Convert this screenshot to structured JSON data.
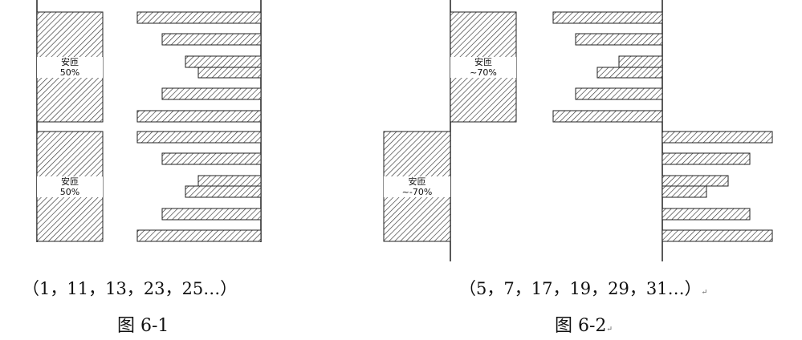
{
  "figure_left": {
    "block_labels": [
      {
        "line1": "安匝",
        "line2": "50%"
      },
      {
        "line1": "安匝",
        "line2": "50%"
      }
    ],
    "sequence": "（1，11，13，23，25…）",
    "caption": "图 6-1"
  },
  "figure_right": {
    "block_labels": [
      {
        "line1": "安匝",
        "line2": "~70%"
      },
      {
        "line1": "安匝",
        "line2": "~-70%"
      }
    ],
    "sequence": "（5，7，17，19，29，31…）",
    "sequence_mark": "↵",
    "caption": "图 6-2",
    "caption_mark": "↵"
  },
  "colors": {
    "line": "#222222",
    "hatch": "#333333",
    "background": "#ffffff"
  }
}
